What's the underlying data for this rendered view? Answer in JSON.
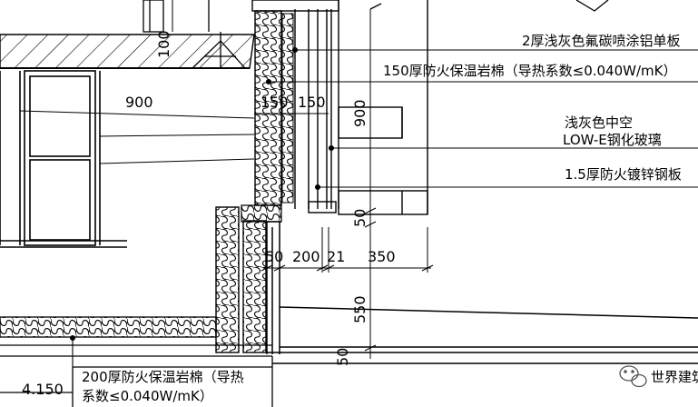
{
  "labels": {
    "panel": "2厚浅灰色氟碳喷涂铝单板",
    "insulation_top": "150厚防火保温岩棉（导热系数≤0.040W/mK）",
    "glass_line1": "浅灰色中空",
    "glass_line2": "LOW-E钢化玻璃",
    "steel_plate": "1.5厚防火镀锌钢板",
    "insulation_bottom_line1": "200厚防火保温岩棉（导热",
    "insulation_bottom_line2": "系数≤0.040W/mK）"
  },
  "dimensions": {
    "d900_horizontal": "900",
    "d150_left": "150",
    "d150_right": "150",
    "d900_vertical": "900",
    "d50_vertical_upper": "50",
    "d50": "50",
    "d200": "200",
    "d21": "21",
    "d350": "350",
    "d550": "550",
    "d50_vertical_lower": "50",
    "d100": "100",
    "elevation": "4.150"
  },
  "watermark": {
    "text": "世界建筑",
    "icon": "wechat-icon"
  }
}
